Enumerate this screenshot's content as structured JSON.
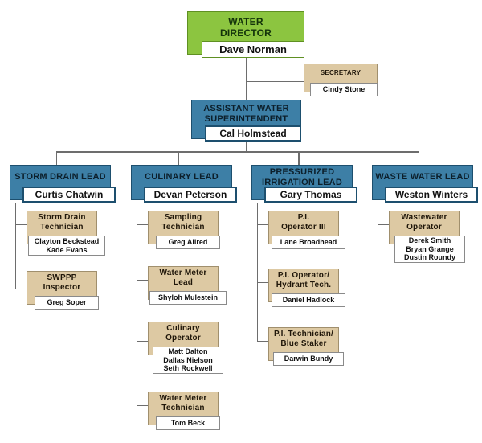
{
  "chart_data": {
    "type": "diagram",
    "title": "Water Department Organizational Chart",
    "orientation": "top-down",
    "levels": 4
  },
  "palette": {
    "root_fill": "#8cc540",
    "root_border": "#5f9022",
    "manager_fill": "#3d7fa6",
    "manager_border": "#1d4f6e",
    "staff_fill": "#ddc9a3",
    "staff_border": "#a08f6d",
    "plate_fill": "#ffffff",
    "connector": "#6d6d6d",
    "page_background": "#ffffff"
  },
  "root": {
    "title_lines": [
      "WATER",
      "DIRECTOR"
    ],
    "name": "Dave Norman"
  },
  "secretary": {
    "title_lines": [
      "SECRETARY"
    ],
    "name": "Cindy Stone"
  },
  "assistant": {
    "title_lines": [
      "ASSISTANT WATER",
      "SUPERINTENDENT"
    ],
    "name": "Cal Holmstead"
  },
  "divisions": [
    {
      "lead": {
        "title_lines": [
          "STORM DRAIN LEAD"
        ],
        "name": "Curtis Chatwin"
      },
      "staff": [
        {
          "title_lines": [
            "Storm Drain",
            "Technician"
          ],
          "names": [
            "Clayton Beckstead",
            "Kade Evans"
          ]
        },
        {
          "title_lines": [
            "SWPPP",
            "Inspector"
          ],
          "names": [
            "Greg Soper"
          ]
        }
      ]
    },
    {
      "lead": {
        "title_lines": [
          "CULINARY LEAD"
        ],
        "name": "Devan Peterson"
      },
      "staff": [
        {
          "title_lines": [
            "Sampling",
            "Technician"
          ],
          "names": [
            "Greg Allred"
          ]
        },
        {
          "title_lines": [
            "Water Meter",
            "Lead"
          ],
          "names": [
            "Shyloh Mulestein"
          ]
        },
        {
          "title_lines": [
            "Culinary",
            "Operator"
          ],
          "names": [
            "Matt Dalton",
            "Dallas Nielson",
            "Seth Rockwell"
          ]
        },
        {
          "title_lines": [
            "Water Meter",
            "Technician"
          ],
          "names": [
            "Tom Beck"
          ]
        }
      ]
    },
    {
      "lead": {
        "title_lines": [
          "PRESSURIZED",
          "IRRIGATION LEAD"
        ],
        "name": "Gary Thomas"
      },
      "staff": [
        {
          "title_lines": [
            "P.I.",
            "Operator III"
          ],
          "names": [
            "Lane Broadhead"
          ]
        },
        {
          "title_lines": [
            "P.I. Operator/",
            "Hydrant Tech."
          ],
          "names": [
            "Daniel Hadlock"
          ]
        },
        {
          "title_lines": [
            "P.I. Technician/",
            "Blue Staker"
          ],
          "names": [
            "Darwin Bundy"
          ]
        }
      ]
    },
    {
      "lead": {
        "title_lines": [
          "WASTE WATER LEAD"
        ],
        "name": "Weston Winters"
      },
      "staff": [
        {
          "title_lines": [
            "Wastewater",
            "Operator"
          ],
          "names": [
            "Derek Smith",
            "Bryan Grange",
            "Dustin Roundy"
          ]
        }
      ]
    }
  ]
}
